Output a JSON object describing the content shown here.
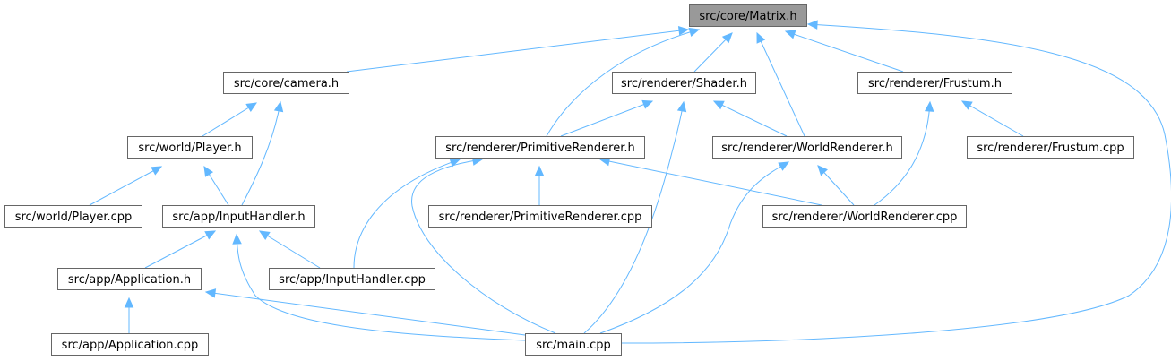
{
  "nodes": [
    {
      "id": "matrix_h",
      "label": "src/core/Matrix.h",
      "root": true
    },
    {
      "id": "camera_h",
      "label": "src/core/camera.h"
    },
    {
      "id": "shader_h",
      "label": "src/renderer/Shader.h"
    },
    {
      "id": "frustum_h",
      "label": "src/renderer/Frustum.h"
    },
    {
      "id": "player_h",
      "label": "src/world/Player.h"
    },
    {
      "id": "primrend_h",
      "label": "src/renderer/PrimitiveRenderer.h"
    },
    {
      "id": "worldrend_h",
      "label": "src/renderer/WorldRenderer.h"
    },
    {
      "id": "frustum_cpp",
      "label": "src/renderer/Frustum.cpp"
    },
    {
      "id": "player_cpp",
      "label": "src/world/Player.cpp"
    },
    {
      "id": "inputhandler_h",
      "label": "src/app/InputHandler.h"
    },
    {
      "id": "primrend_cpp",
      "label": "src/renderer/PrimitiveRenderer.cpp"
    },
    {
      "id": "worldrend_cpp",
      "label": "src/renderer/WorldRenderer.cpp"
    },
    {
      "id": "application_h",
      "label": "src/app/Application.h"
    },
    {
      "id": "inputhandler_cpp",
      "label": "src/app/InputHandler.cpp"
    },
    {
      "id": "application_cpp",
      "label": "src/app/Application.cpp"
    },
    {
      "id": "main_cpp",
      "label": "src/main.cpp"
    }
  ],
  "edges": [
    {
      "from": "camera_h",
      "to": "matrix_h"
    },
    {
      "from": "primrend_h",
      "to": "matrix_h"
    },
    {
      "from": "shader_h",
      "to": "matrix_h"
    },
    {
      "from": "worldrend_h",
      "to": "matrix_h"
    },
    {
      "from": "frustum_h",
      "to": "matrix_h"
    },
    {
      "from": "main_cpp",
      "to": "matrix_h"
    },
    {
      "from": "player_h",
      "to": "camera_h"
    },
    {
      "from": "inputhandler_h",
      "to": "camera_h"
    },
    {
      "from": "primrend_h",
      "to": "shader_h"
    },
    {
      "from": "worldrend_h",
      "to": "shader_h"
    },
    {
      "from": "main_cpp",
      "to": "shader_h"
    },
    {
      "from": "frustum_cpp",
      "to": "frustum_h"
    },
    {
      "from": "worldrend_cpp",
      "to": "frustum_h"
    },
    {
      "from": "player_cpp",
      "to": "player_h"
    },
    {
      "from": "inputhandler_h",
      "to": "player_h"
    },
    {
      "from": "inputhandler_cpp",
      "to": "primrend_h"
    },
    {
      "from": "main_cpp",
      "to": "primrend_h"
    },
    {
      "from": "primrend_cpp",
      "to": "primrend_h"
    },
    {
      "from": "worldrend_cpp",
      "to": "primrend_h"
    },
    {
      "from": "main_cpp",
      "to": "worldrend_h"
    },
    {
      "from": "worldrend_cpp",
      "to": "worldrend_h"
    },
    {
      "from": "application_h",
      "to": "inputhandler_h"
    },
    {
      "from": "inputhandler_cpp",
      "to": "inputhandler_h"
    },
    {
      "from": "main_cpp",
      "to": "inputhandler_h"
    },
    {
      "from": "application_cpp",
      "to": "application_h"
    },
    {
      "from": "main_cpp",
      "to": "application_h"
    }
  ],
  "colors": {
    "edge": "#63b8ff",
    "node_border": "#666666",
    "root_fill": "#999999",
    "node_fill": "#ffffff"
  }
}
